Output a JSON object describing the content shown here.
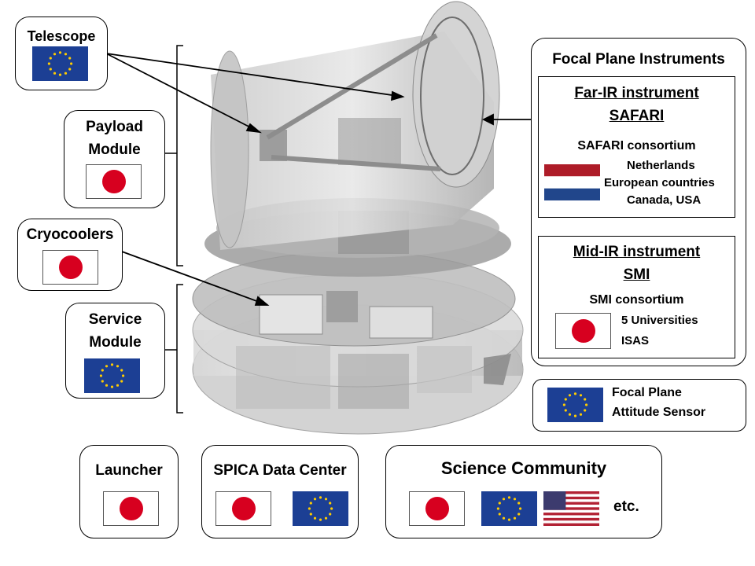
{
  "boxes": {
    "telescope": "Telescope",
    "payload": [
      "Payload",
      "Module"
    ],
    "cryocoolers": "Cryocoolers",
    "service": [
      "Service",
      "Module"
    ],
    "launcher": "Launcher",
    "data_center": "SPICA Data Center",
    "science": "Science Community",
    "science_etc": "etc."
  },
  "fpi": {
    "title": "Focal Plane Instruments",
    "safari": {
      "title": [
        "Far-IR instrument",
        "SAFARI"
      ],
      "consortium": "SAFARI consortium",
      "members": [
        "Netherlands",
        "European countries",
        "Canada, USA"
      ]
    },
    "smi": {
      "title": [
        "Mid-IR instrument",
        "SMI"
      ],
      "consortium": "SMI consortium",
      "members": [
        "5  Universities",
        "ISAS"
      ]
    }
  },
  "fpas": [
    "Focal Plane",
    "Attitude  Sensor"
  ],
  "colors": {
    "eu_blue": "#1c3f94",
    "eu_star": "#ffcc00",
    "jp_red": "#d7001f",
    "nl_red": "#ae1c28",
    "nl_blue": "#21468b",
    "us_red": "#b22234",
    "us_blue": "#3c3b6e"
  }
}
